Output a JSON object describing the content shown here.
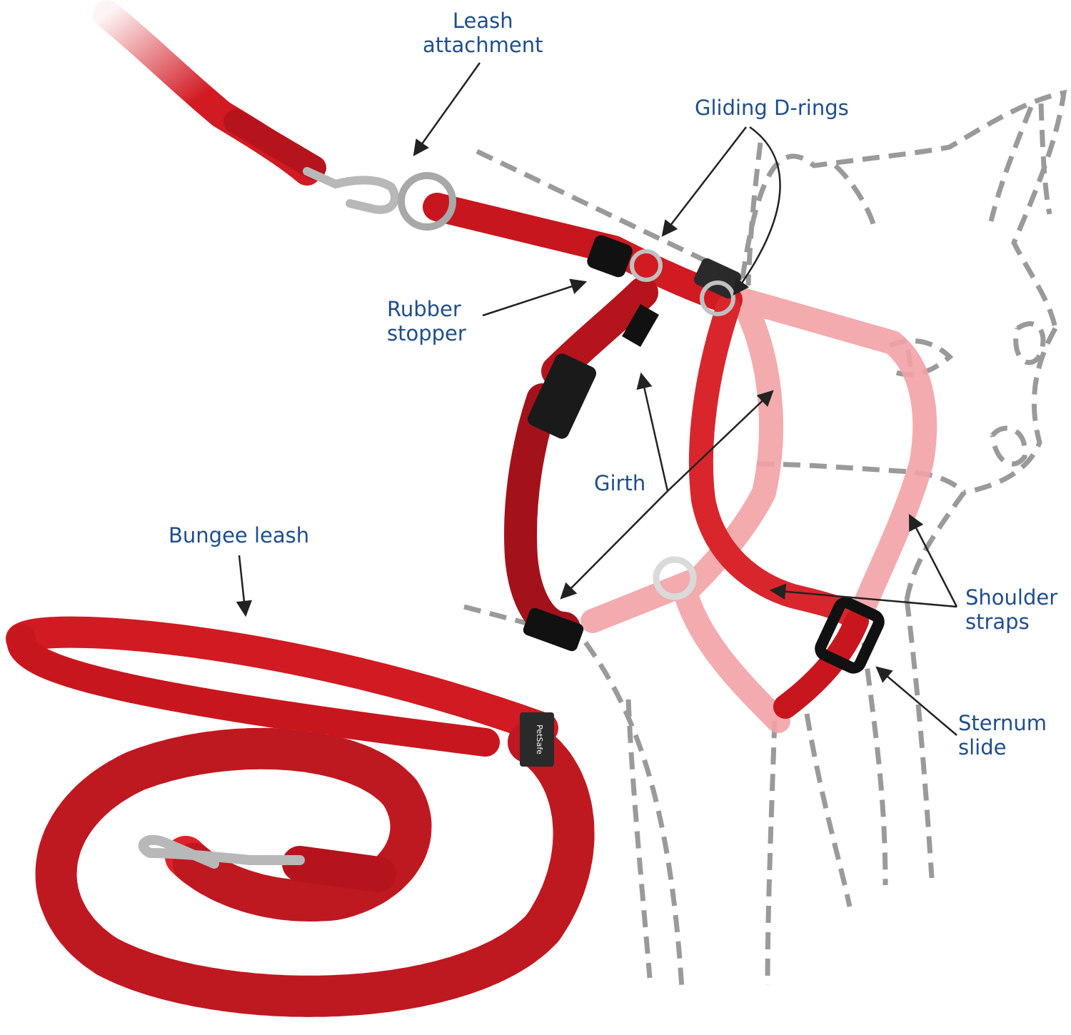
{
  "labels": {
    "leash_attachment": [
      "Leash",
      "attachment"
    ],
    "gliding_d_rings": "Gliding D-rings",
    "rubber_stopper": [
      "Rubber",
      "stopper"
    ],
    "girth": "Girth",
    "bungee_leash": "Bungee leash",
    "shoulder_straps": [
      "Shoulder",
      "straps"
    ],
    "sternum_slide": [
      "Sternum",
      "slide"
    ]
  },
  "brand_tag": "PetSafe",
  "colors": {
    "label_text": "#1f4e8c",
    "strap_red": "#d11a22",
    "strap_dark": "#a3121a",
    "strap_faded": "#f2a2a6",
    "outline_gray": "#9a9a9a",
    "arrow": "#222222",
    "metal": "#b8b8b8"
  },
  "icons": [
    "cat-outline",
    "harness",
    "leash-clip",
    "bungee-leash"
  ]
}
